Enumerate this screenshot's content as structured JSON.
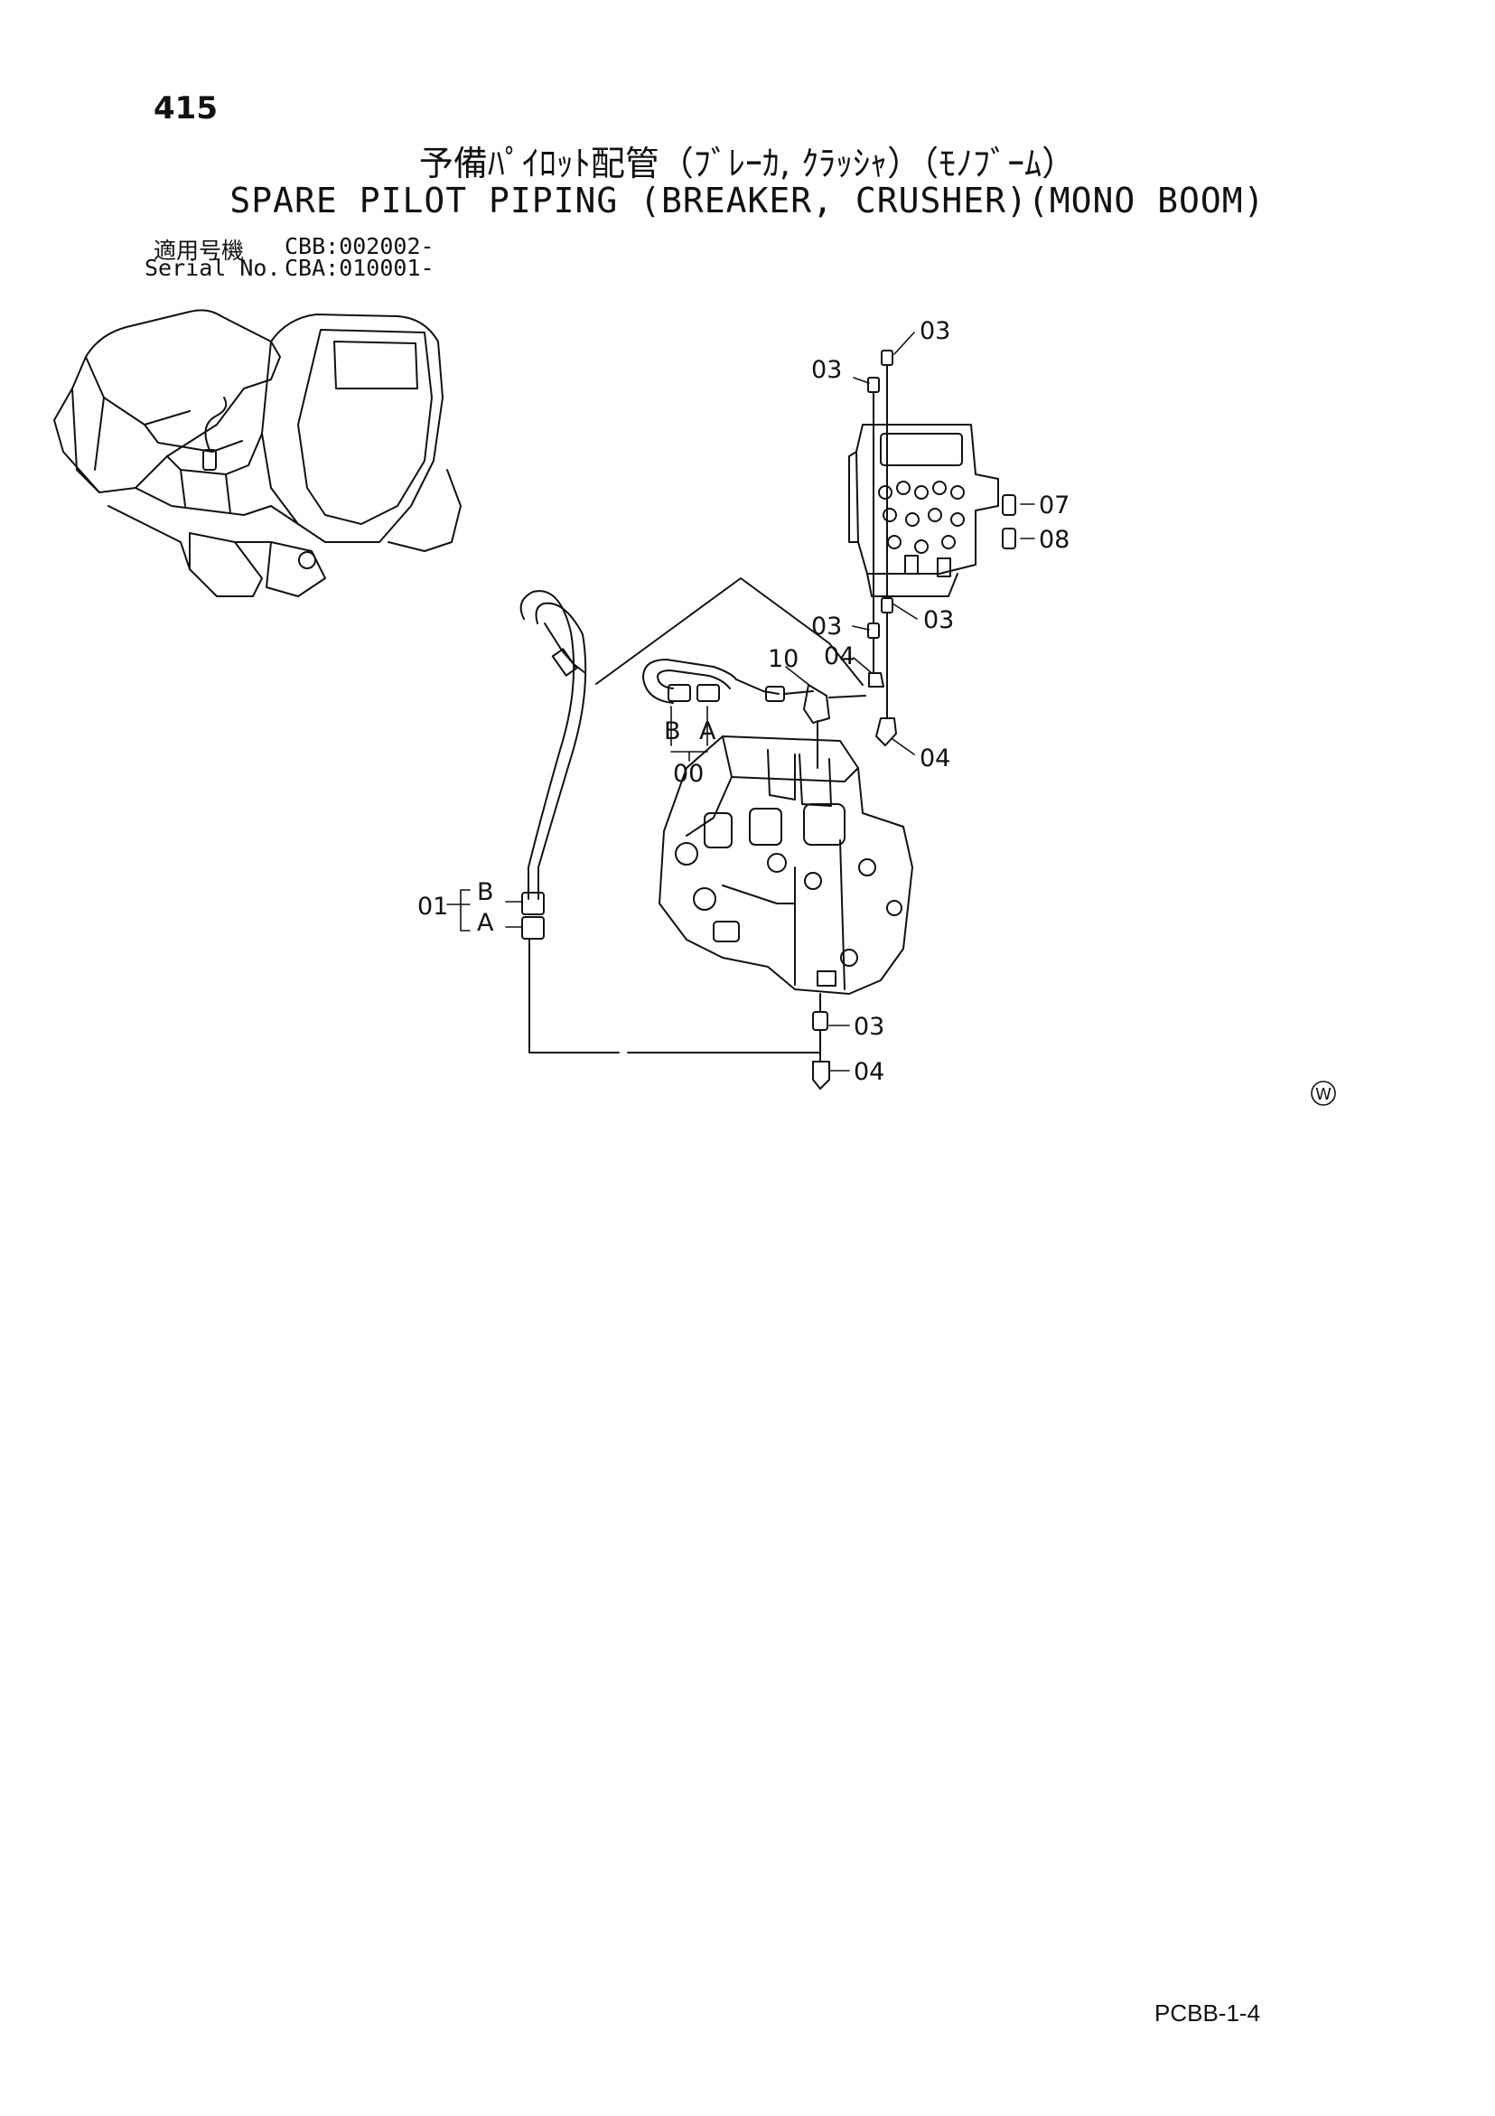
{
  "page": {
    "number": "415",
    "title_jp": "予備ﾊﾟｲﾛｯﾄ配管（ﾌﾞﾚｰｶ, ｸﾗｯｼｬ）（ﾓﾉﾌﾞｰﾑ）",
    "title_en": "SPARE PILOT PIPING (BREAKER, CRUSHER)(MONO BOOM)",
    "applicable_label": "適用号機",
    "applicable_value": "CBB:002002-",
    "serial_label": "Serial No.",
    "serial_value": "CBA:010001-",
    "page_code": "PCBB-1-4"
  },
  "diagram": {
    "callouts": {
      "c03_top_right": "03",
      "c03_top_left": "03",
      "c07": "07",
      "c08": "08",
      "c03_mid_left": "03",
      "c03_mid_right": "03",
      "c10": "10",
      "c04_mid": "04",
      "c04_right": "04",
      "hose_b": "B",
      "hose_a": "A",
      "c00": "00",
      "c01": "01",
      "c01_b": "B",
      "c01_a": "A",
      "c03_bottom": "03",
      "c04_bottom": "04",
      "watermark": "W"
    }
  }
}
